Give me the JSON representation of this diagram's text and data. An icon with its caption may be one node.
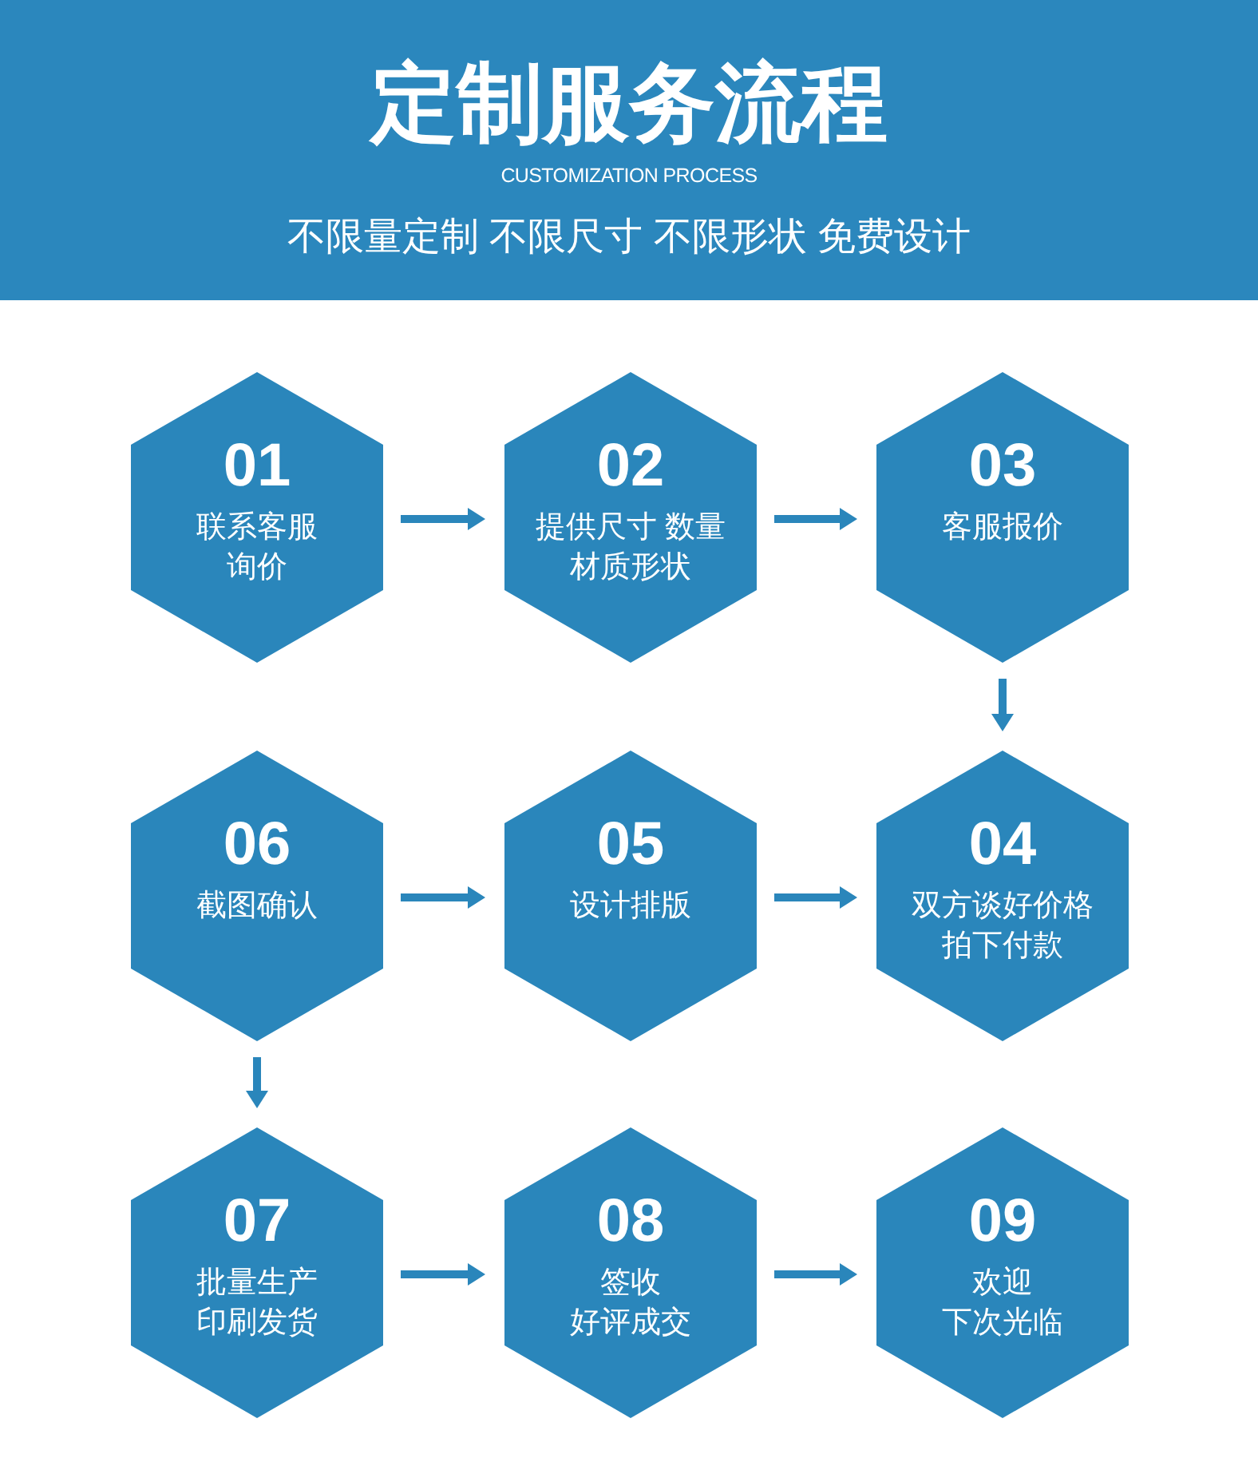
{
  "diagram": {
    "title": "定制服务流程",
    "nodes": [
      {
        "text": [
          "01",
          "联系客服询价"
        ]
      },
      {
        "text": [
          "02",
          "提供尺寸 数量材质形状"
        ]
      },
      {
        "text": [
          "03",
          "客服报价"
        ]
      },
      {
        "text": [
          "06",
          "截图确认"
        ]
      },
      {
        "text": [
          "05",
          "设计排版"
        ]
      },
      {
        "text": [
          "04",
          "双方谈好价格拍下付款"
        ]
      },
      {
        "text": [
          "07",
          "批量生产印刷发货"
        ]
      },
      {
        "text": [
          "08",
          "签收好评成交"
        ]
      },
      {
        "text": [
          "09",
          "欢迎下次光临"
        ]
      }
    ],
    "edges": [
      {
        "from": 0,
        "to": 1,
        "arrow": "to"
      },
      {
        "from": 1,
        "to": 2,
        "arrow": "to"
      },
      {
        "from": 2,
        "to": 5,
        "arrow": "to"
      },
      {
        "from": 3,
        "to": 4,
        "arrow": "to"
      },
      {
        "from": 4,
        "to": 5,
        "arrow": "to"
      },
      {
        "from": 3,
        "to": 6,
        "arrow": "to"
      },
      {
        "from": 6,
        "to": 7,
        "arrow": "to"
      },
      {
        "from": 7,
        "to": 8,
        "arrow": "to"
      }
    ],
    "labels": [
      "CUSTOMIZATION PROCESS",
      "不限量定制 不限尺寸 不限形状 免费设计"
    ]
  }
}
